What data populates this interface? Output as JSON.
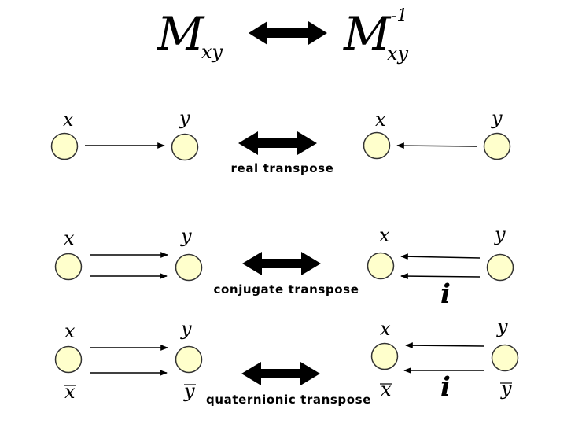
{
  "formula": {
    "left_symbol": "M",
    "left_subscript": "xy",
    "right_symbol": "M",
    "right_subscript": "xy",
    "right_superscript": "-1"
  },
  "rows": [
    {
      "caption": "real transpose",
      "left_node_labels": [
        "x",
        "y"
      ],
      "right_node_labels": [
        "x",
        "y"
      ],
      "marker": ""
    },
    {
      "caption": "conjugate transpose",
      "left_node_labels": [
        "x",
        "y"
      ],
      "right_node_labels": [
        "x",
        "y"
      ],
      "marker": "i"
    },
    {
      "caption": "quaternionic transpose",
      "left_node_labels": [
        "x",
        "y"
      ],
      "left_conj_labels": [
        "x",
        "y"
      ],
      "right_node_labels": [
        "x",
        "y"
      ],
      "right_conj_labels": [
        "x",
        "y"
      ],
      "marker": "i"
    }
  ],
  "colors": {
    "node_fill": "#ffffcc",
    "node_stroke": "#333333",
    "arrow": "#000000"
  }
}
